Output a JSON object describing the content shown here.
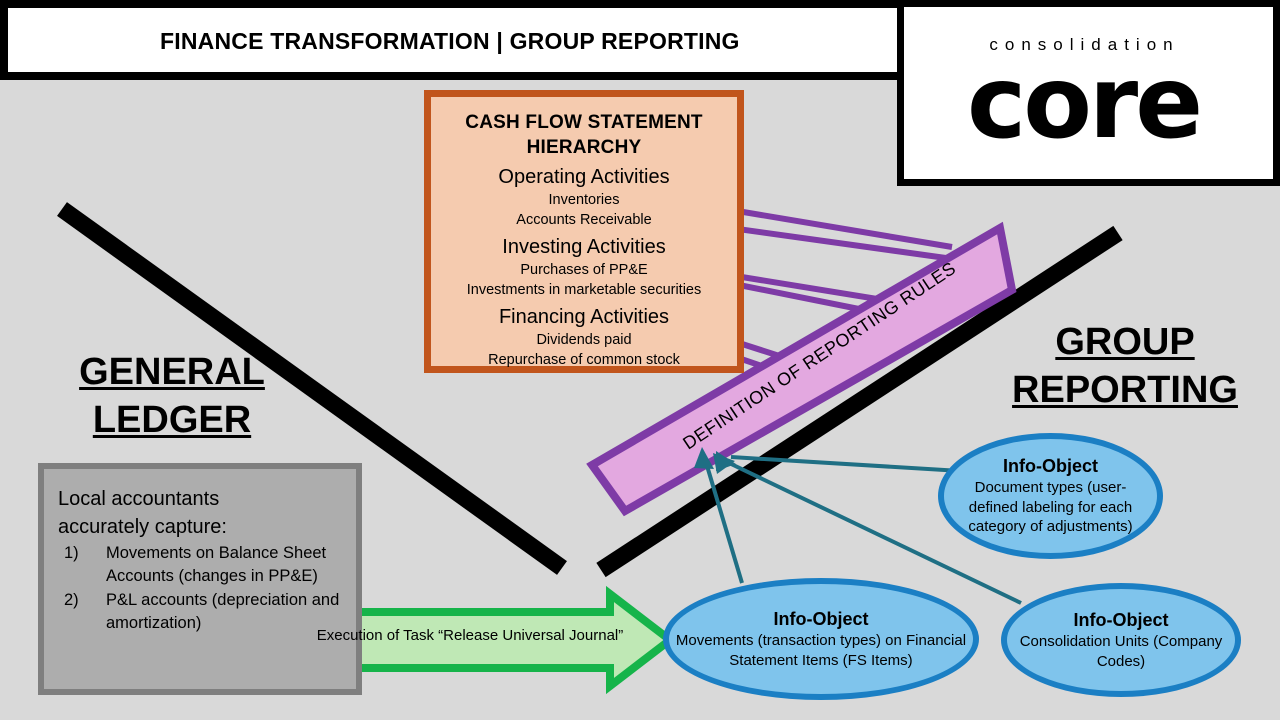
{
  "header": {
    "title": "FINANCE TRANSFORMATION | GROUP REPORTING"
  },
  "logo": {
    "tagline": "consolidation",
    "wordmark": "core"
  },
  "cash_flow": {
    "title_line1": "CASH FLOW STATEMENT",
    "title_line2": "HIERARCHY",
    "groups": [
      {
        "name": "Operating Activities",
        "items": [
          "Inventories",
          "Accounts Receivable"
        ]
      },
      {
        "name": "Investing Activities",
        "items": [
          "Purchases of PP&E",
          "Investments in marketable securities"
        ]
      },
      {
        "name": "Financing Activities",
        "items": [
          "Dividends paid",
          "Repurchase of common stock"
        ]
      }
    ]
  },
  "headings": {
    "general_ledger_line1": "GENERAL",
    "general_ledger_line2": " LEDGER",
    "group_reporting_line1": "GROUP",
    "group_reporting_line2": "REPORTING"
  },
  "notes": {
    "lead_line1": "Local accountants",
    "lead_line2": "accurately capture:",
    "items": [
      {
        "marker": "1)",
        "text": "Movements on Balance Sheet Accounts (changes in PP&E)"
      },
      {
        "marker": "2)",
        "text": "P&L accounts (depreciation and amortization)"
      }
    ]
  },
  "green_arrow": {
    "label": "Execution of Task “Release Universal Journal”"
  },
  "banner": {
    "label": "DEFINITION OF REPORTING RULES"
  },
  "info_objects": [
    {
      "title": "Info-Object",
      "body": "Movements (transaction types) on Financial Statement Items (FS Items)"
    },
    {
      "title": "Info-Object",
      "body": "Document types (user-defined labeling for each category of adjustments)"
    },
    {
      "title": "Info-Object",
      "body": "Consolidation Units (Company Codes)"
    }
  ],
  "colors": {
    "background": "#D9D9D9",
    "cashflow_fill": "#F5CBAF",
    "cashflow_border": "#C1551C",
    "banner_fill": "#E3A8E0",
    "banner_border": "#7E3BA6",
    "arrow_purple": "#7E3BA6",
    "arrow_teal": "#1F6F84",
    "green_fill": "#BFE8B5",
    "green_border": "#16B44A",
    "ellipse_fill": "#7FC4EC",
    "ellipse_border": "#1B7FC4",
    "notes_fill": "#ADADAD",
    "notes_border": "#7F7F7F",
    "bar_black": "#000000"
  }
}
